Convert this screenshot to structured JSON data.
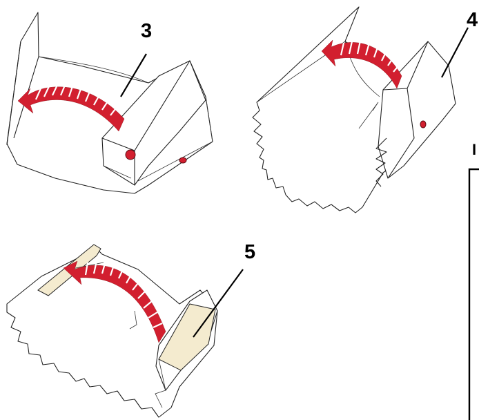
{
  "steps": [
    {
      "number": "3"
    },
    {
      "number": "4"
    },
    {
      "number": "5"
    }
  ],
  "cropped_heading_letter": "I",
  "colors": {
    "arrow": "#d21f2f",
    "tab_fill": "#f4ebcf",
    "outline": "#222222"
  }
}
